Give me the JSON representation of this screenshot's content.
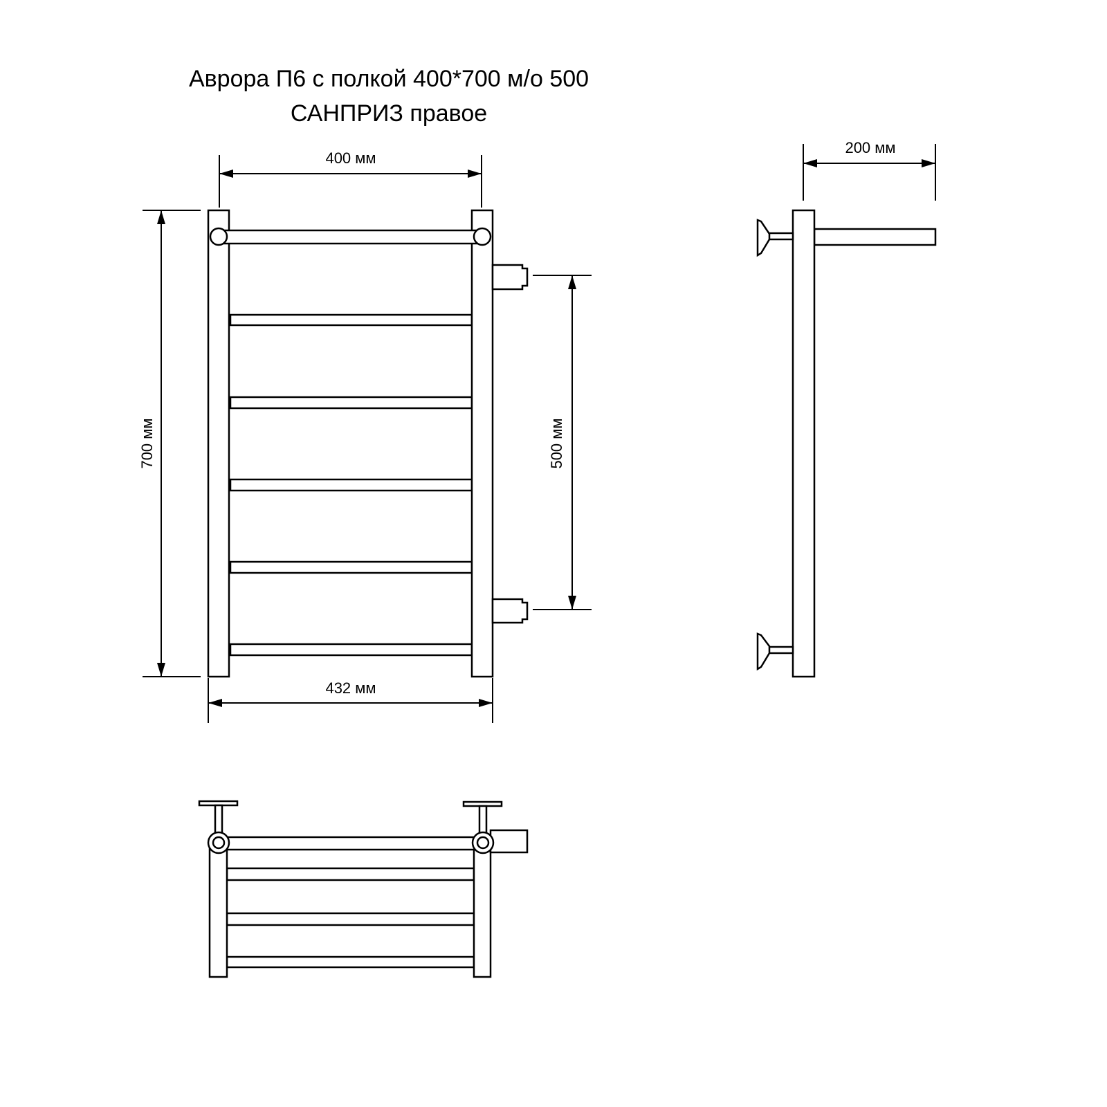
{
  "title": {
    "line1": "Аврора П6 с полкой 400*700 м/о 500",
    "line2": "САНПРИЗ правое"
  },
  "dimensions": {
    "width_inner": "400 мм",
    "height": "700 мм",
    "center_distance": "500 мм",
    "width_outer": "432 мм",
    "depth": "200 мм"
  },
  "colors": {
    "line": "#000000",
    "background": "#ffffff"
  }
}
